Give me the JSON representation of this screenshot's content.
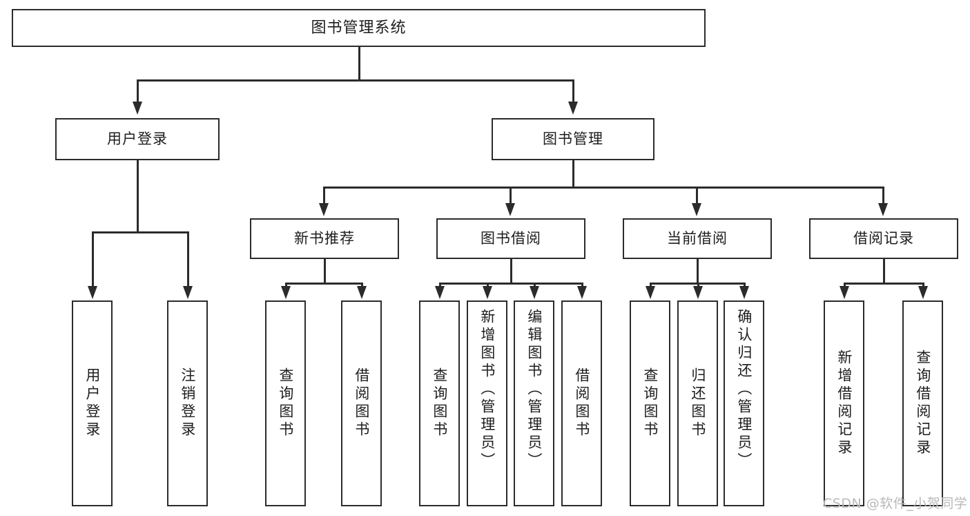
{
  "diagram": {
    "title": "图书管理系统",
    "watermark": "CSDN @软件_小贺同学",
    "colors": {
      "stroke": "#2b2b2b",
      "fill": "#ffffff",
      "text": "#1d1d1d",
      "watermark": "#b9b9b9"
    },
    "root": {
      "label": "图书管理系统"
    },
    "level2": [
      {
        "label": "用户登录"
      },
      {
        "label": "图书管理"
      }
    ],
    "level3": [
      {
        "label": "新书推荐"
      },
      {
        "label": "图书借阅"
      },
      {
        "label": "当前借阅"
      },
      {
        "label": "借阅记录"
      }
    ],
    "leaves": {
      "user_login": [
        {
          "label": "用户登录"
        },
        {
          "label": "注销登录"
        }
      ],
      "new_book": [
        {
          "label": "查询图书"
        },
        {
          "label": "借阅图书"
        }
      ],
      "book_borrow": [
        {
          "label": "查询图书"
        },
        {
          "label": "新增图书（管理员）"
        },
        {
          "label": "编辑图书（管理员）"
        },
        {
          "label": "借阅图书"
        }
      ],
      "current_borrow": [
        {
          "label": "查询图书"
        },
        {
          "label": "归还图书"
        },
        {
          "label": "确认归还（管理员）"
        }
      ],
      "borrow_record": [
        {
          "label": "新增借阅记录"
        },
        {
          "label": "查询借阅记录"
        }
      ]
    }
  },
  "chart_data": {
    "type": "table",
    "title": "图书管理系统",
    "nodes": [
      {
        "id": "root",
        "label": "图书管理系统",
        "level": 1,
        "parent": null
      },
      {
        "id": "user-login",
        "label": "用户登录",
        "level": 2,
        "parent": "root"
      },
      {
        "id": "book-manage",
        "label": "图书管理",
        "level": 2,
        "parent": "root"
      },
      {
        "id": "new-book",
        "label": "新书推荐",
        "level": 3,
        "parent": "book-manage"
      },
      {
        "id": "book-borrow",
        "label": "图书借阅",
        "level": 3,
        "parent": "book-manage"
      },
      {
        "id": "current-borrow",
        "label": "当前借阅",
        "level": 3,
        "parent": "book-manage"
      },
      {
        "id": "borrow-record",
        "label": "借阅记录",
        "level": 3,
        "parent": "book-manage"
      },
      {
        "id": "leaf-1",
        "label": "用户登录",
        "level": 3,
        "parent": "user-login"
      },
      {
        "id": "leaf-2",
        "label": "注销登录",
        "level": 3,
        "parent": "user-login"
      },
      {
        "id": "leaf-3",
        "label": "查询图书",
        "level": 4,
        "parent": "new-book"
      },
      {
        "id": "leaf-4",
        "label": "借阅图书",
        "level": 4,
        "parent": "new-book"
      },
      {
        "id": "leaf-5",
        "label": "查询图书",
        "level": 4,
        "parent": "book-borrow"
      },
      {
        "id": "leaf-6",
        "label": "新增图书（管理员）",
        "level": 4,
        "parent": "book-borrow"
      },
      {
        "id": "leaf-7",
        "label": "编辑图书（管理员）",
        "level": 4,
        "parent": "book-borrow"
      },
      {
        "id": "leaf-8",
        "label": "借阅图书",
        "level": 4,
        "parent": "book-borrow"
      },
      {
        "id": "leaf-9",
        "label": "查询图书",
        "level": 4,
        "parent": "current-borrow"
      },
      {
        "id": "leaf-10",
        "label": "归还图书",
        "level": 4,
        "parent": "current-borrow"
      },
      {
        "id": "leaf-11",
        "label": "确认归还（管理员）",
        "level": 4,
        "parent": "current-borrow"
      },
      {
        "id": "leaf-12",
        "label": "新增借阅记录",
        "level": 4,
        "parent": "borrow-record"
      },
      {
        "id": "leaf-13",
        "label": "查询借阅记录",
        "level": 4,
        "parent": "borrow-record"
      }
    ]
  }
}
